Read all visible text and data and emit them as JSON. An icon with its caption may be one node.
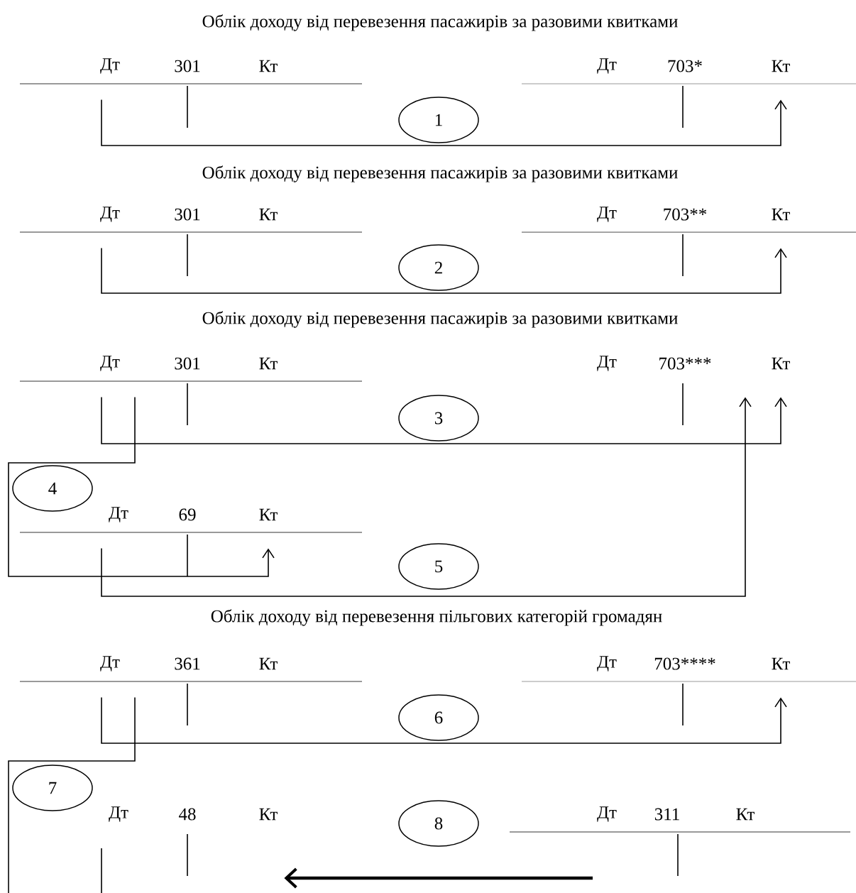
{
  "diagram": {
    "nodes": [
      {
        "text": [
          "Дт",
          "301",
          "Кт"
        ]
      },
      {
        "text": [
          "Дт",
          "703*",
          "Кт"
        ]
      },
      {
        "text": [
          "1"
        ]
      },
      {
        "text": [
          "Дт",
          "301",
          "Кт"
        ]
      },
      {
        "text": [
          "Дт",
          "703**",
          "Кт"
        ]
      },
      {
        "text": [
          "2"
        ]
      },
      {
        "text": [
          "Дт",
          "301",
          "Кт"
        ]
      },
      {
        "text": [
          "Дт",
          "703***",
          "Кт"
        ]
      },
      {
        "text": [
          "3"
        ]
      },
      {
        "text": [
          "4"
        ]
      },
      {
        "text": [
          "Дт",
          "69",
          "Кт"
        ]
      },
      {
        "text": [
          "5"
        ]
      },
      {
        "text": [
          "Дт",
          "361",
          "Кт"
        ]
      },
      {
        "text": [
          "Дт",
          "703****",
          "Кт"
        ]
      },
      {
        "text": [
          "6"
        ]
      },
      {
        "text": [
          "7"
        ]
      },
      {
        "text": [
          "Дт",
          "48",
          "Кт"
        ]
      },
      {
        "text": [
          "8"
        ]
      },
      {
        "text": [
          "Дт",
          "311",
          "Кт"
        ]
      }
    ],
    "edges": [
      {
        "from": 0,
        "to": 1,
        "arrow": "to"
      },
      {
        "from": 3,
        "to": 4,
        "arrow": "to"
      },
      {
        "from": 6,
        "to": 7,
        "arrow": "to"
      },
      {
        "from": 6,
        "to": 10,
        "arrow": "to"
      },
      {
        "from": 10,
        "to": 7,
        "arrow": "to"
      },
      {
        "from": 12,
        "to": 13,
        "arrow": "to"
      },
      {
        "from": 12,
        "to": null,
        "arrow": "none"
      },
      {
        "from": 18,
        "to": 16,
        "arrow": "to",
        "style": "thick"
      }
    ],
    "labels": [
      "Облік доходу від перевезення пасажирів за разовими квитками",
      "Облік доходу від перевезення пасажирів за разовими квитками",
      "Облік доходу від перевезення пасажирів за разовими квитками",
      "Облік доходу від перевезення пільгових категорій громадян"
    ]
  }
}
